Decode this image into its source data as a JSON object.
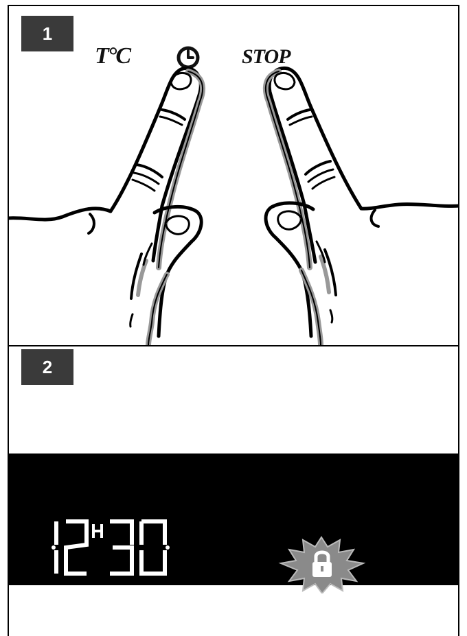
{
  "steps": [
    {
      "number": "1"
    },
    {
      "number": "2"
    }
  ],
  "step1": {
    "buttons": {
      "temperature_label": "T°C",
      "timer_icon": "clock-icon",
      "stop_label": "STOP"
    }
  },
  "step2": {
    "display": {
      "hours": "12",
      "hour_marker": "H",
      "minutes": "30",
      "lock_icon": "padlock-icon",
      "background_color": "#000000",
      "digit_color": "#ffffff",
      "lock_color": "#8a8a8a"
    }
  }
}
